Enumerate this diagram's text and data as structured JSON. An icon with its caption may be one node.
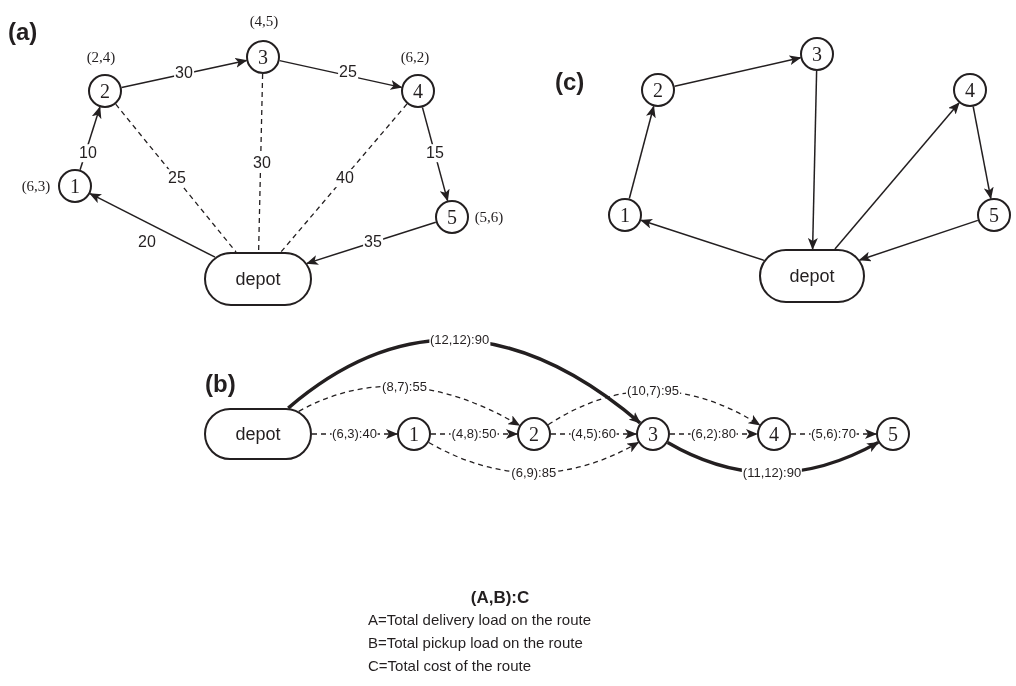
{
  "diagram": {
    "nodes": [
      {
        "text": [
          "1"
        ],
        "beside": [
          "(6,3)"
        ]
      },
      {
        "text": [
          "2"
        ],
        "beside": [
          "(2,4)"
        ]
      },
      {
        "text": [
          "3"
        ],
        "beside": [
          "(4,5)"
        ]
      },
      {
        "text": [
          "4"
        ],
        "beside": [
          "(6,2)"
        ]
      },
      {
        "text": [
          "5"
        ],
        "beside": [
          "(5,6)"
        ]
      },
      {
        "text": [
          "depot"
        ]
      },
      {
        "text": [
          "1"
        ]
      },
      {
        "text": [
          "2"
        ]
      },
      {
        "text": [
          "3"
        ]
      },
      {
        "text": [
          "4"
        ]
      },
      {
        "text": [
          "5"
        ]
      },
      {
        "text": [
          "depot"
        ]
      },
      {
        "text": [
          "depot"
        ]
      },
      {
        "text": [
          "1"
        ]
      },
      {
        "text": [
          "2"
        ]
      },
      {
        "text": [
          "3"
        ]
      },
      {
        "text": [
          "4"
        ]
      },
      {
        "text": [
          "5"
        ]
      }
    ],
    "edges": [
      {
        "from": 5,
        "to": 0,
        "arrow": "to",
        "label": "20"
      },
      {
        "from": 0,
        "to": 1,
        "arrow": "to",
        "label": "10"
      },
      {
        "from": 1,
        "to": 2,
        "arrow": "to",
        "label": "30"
      },
      {
        "from": 2,
        "to": 3,
        "arrow": "to",
        "label": "25"
      },
      {
        "from": 3,
        "to": 4,
        "arrow": "to",
        "label": "15"
      },
      {
        "from": 4,
        "to": 5,
        "arrow": "to",
        "label": "35"
      },
      {
        "from": 1,
        "to": 5,
        "arrow": "none",
        "label": "25",
        "style": "dashed"
      },
      {
        "from": 2,
        "to": 5,
        "arrow": "none",
        "label": "30",
        "style": "dashed"
      },
      {
        "from": 3,
        "to": 5,
        "arrow": "none",
        "label": "40",
        "style": "dashed"
      },
      {
        "from": 11,
        "to": 6,
        "arrow": "to"
      },
      {
        "from": 6,
        "to": 7,
        "arrow": "to"
      },
      {
        "from": 7,
        "to": 8,
        "arrow": "to"
      },
      {
        "from": 8,
        "to": 11,
        "arrow": "to"
      },
      {
        "from": 11,
        "to": 9,
        "arrow": "to"
      },
      {
        "from": 9,
        "to": 10,
        "arrow": "to"
      },
      {
        "from": 10,
        "to": 11,
        "arrow": "to"
      },
      {
        "from": 12,
        "to": 13,
        "arrow": "to",
        "label": "(6,3):40",
        "style": "dashed"
      },
      {
        "from": 13,
        "to": 14,
        "arrow": "to",
        "label": "(4,8):50",
        "style": "dashed"
      },
      {
        "from": 14,
        "to": 15,
        "arrow": "to",
        "label": "(4,5):60",
        "style": "dashed"
      },
      {
        "from": 15,
        "to": 16,
        "arrow": "to",
        "label": "(6,2):80",
        "style": "dashed"
      },
      {
        "from": 16,
        "to": 17,
        "arrow": "to",
        "label": "(5,6):70",
        "style": "dashed"
      },
      {
        "from": 12,
        "to": 15,
        "arrow": "to",
        "label": "(12,12):90",
        "style": "thick"
      },
      {
        "from": 12,
        "to": 14,
        "arrow": "to",
        "label": "(8,7):55",
        "style": "dashed"
      },
      {
        "from": 14,
        "to": 16,
        "arrow": "to",
        "label": "(10,7):95",
        "style": "dashed"
      },
      {
        "from": 13,
        "to": 15,
        "arrow": "to",
        "label": "(6,9):85",
        "style": "dashed"
      },
      {
        "from": 15,
        "to": 17,
        "arrow": "to",
        "label": "(11,12):90",
        "style": "thick"
      }
    ],
    "labels": [
      "(a)",
      "(c)",
      "(b)",
      "(A,B):C",
      "A=Total delivery load on the route",
      "B=Total pickup load on the route",
      "C=Total cost of the route"
    ]
  }
}
